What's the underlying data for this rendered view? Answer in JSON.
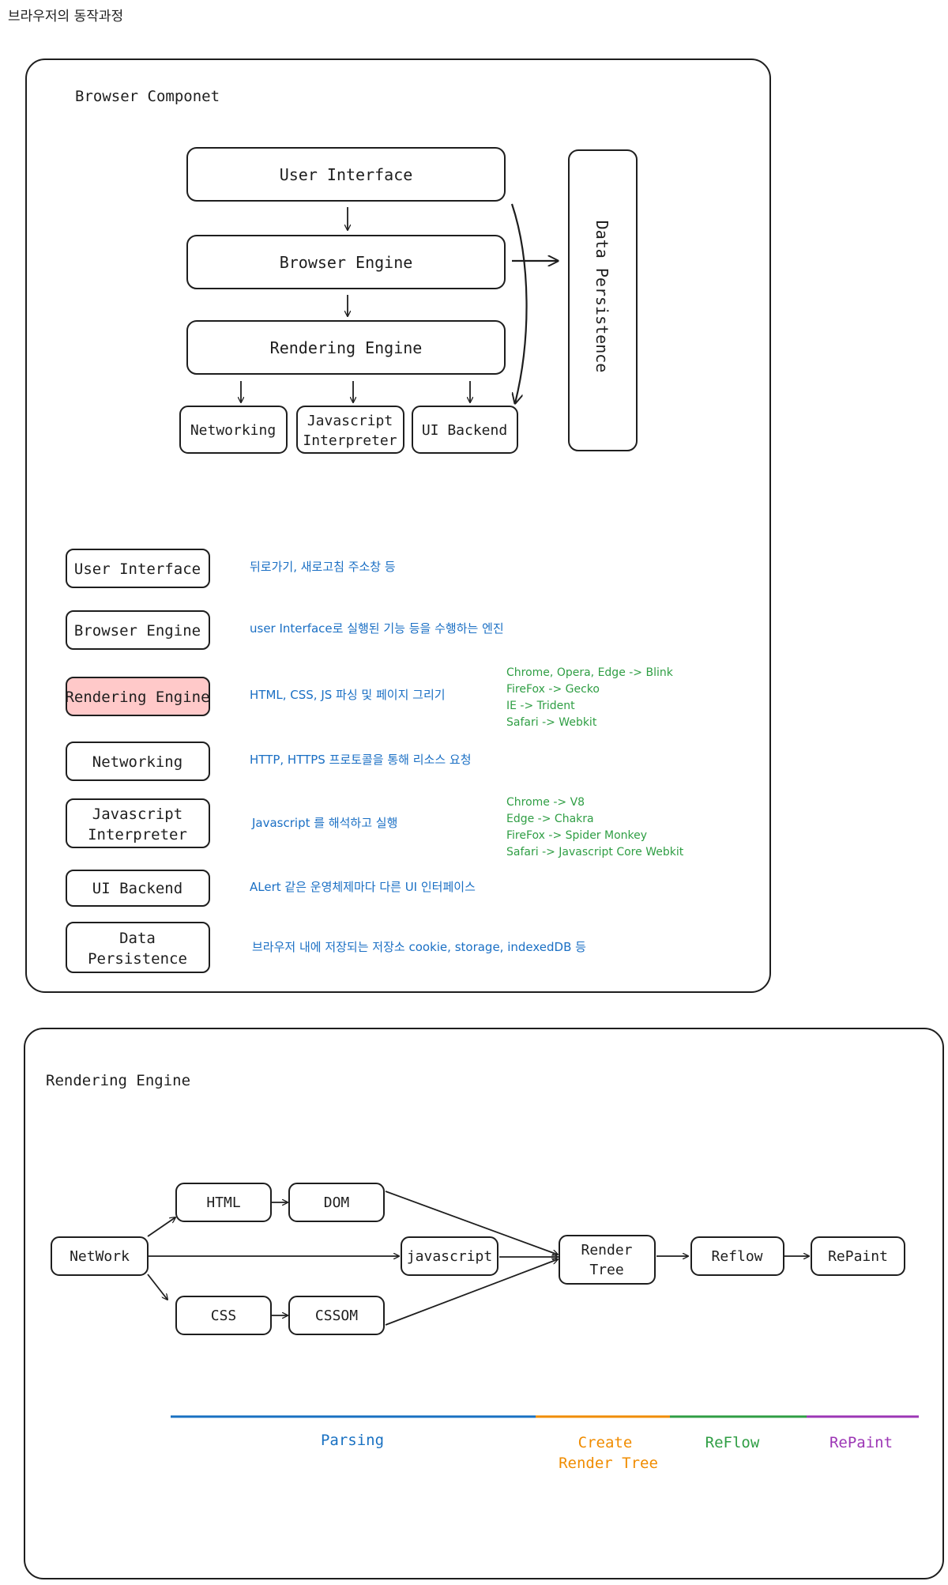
{
  "page_title": "브라우저의 동작과정",
  "panel1": {
    "title": "Browser Componet",
    "stack": {
      "ui": "User Interface",
      "be": "Browser Engine",
      "re": "Rendering Engine",
      "net": "Networking",
      "js_l1": "Javascript",
      "js_l2": "Interpreter",
      "uib": "UI Backend",
      "data": "Data Persistence"
    },
    "legend": [
      {
        "box": [
          "User Interface"
        ],
        "desc": "뒤로가기, 새로고침 주소창 등",
        "highlight": false
      },
      {
        "box": [
          "Browser Engine"
        ],
        "desc": "user Interface로 실행된 기능 등을 수행하는 엔진",
        "highlight": false
      },
      {
        "box": [
          "Rendering Engine"
        ],
        "desc": "HTML, CSS, JS 파싱 및 페이지 그리기",
        "highlight": true
      },
      {
        "box": [
          "Networking"
        ],
        "desc": "HTTP, HTTPS 프로토콜을 통해 리소스 요청",
        "highlight": false
      },
      {
        "box": [
          "Javascript",
          "Interpreter"
        ],
        "desc": "Javascript 를 해석하고 실행",
        "highlight": false
      },
      {
        "box": [
          "UI Backend"
        ],
        "desc": "ALert 같은 운영체제마다 다른 UI 인터페이스",
        "highlight": false
      },
      {
        "box": [
          "Data",
          "Persistence"
        ],
        "desc": "브라우저 내에 저장되는 저장소 cookie, storage, indexedDB 등",
        "highlight": false
      }
    ],
    "engine_notes": [
      "Chrome, Opera, Edge -> Blink",
      "FireFox -> Gecko",
      "IE -> Trident",
      "Safari -> Webkit"
    ],
    "js_notes": [
      "Chrome -> V8",
      "Edge -> Chakra",
      "FireFox -> Spider Monkey",
      "Safari -> Javascript Core Webkit"
    ]
  },
  "panel2": {
    "title": "Rendering Engine",
    "nodes": {
      "network": "NetWork",
      "html": "HTML",
      "dom": "DOM",
      "javascript": "javascript",
      "css": "CSS",
      "cssom": "CSSOM",
      "render_l1": "Render",
      "render_l2": "Tree",
      "reflow": "Reflow",
      "repaint": "RePaint"
    },
    "phases": {
      "parsing": "Parsing",
      "create_l1": "Create",
      "create_l2": "Render Tree",
      "reflow": "ReFlow",
      "repaint": "RePaint"
    }
  },
  "colors": {
    "desc": "#1a6fc4",
    "notes": "#2f9e44",
    "highlight": "#ffc9c9",
    "parsing": "#1971c2",
    "create": "#f08c00",
    "reflow": "#2f9e44",
    "repaint": "#9c36b5"
  }
}
